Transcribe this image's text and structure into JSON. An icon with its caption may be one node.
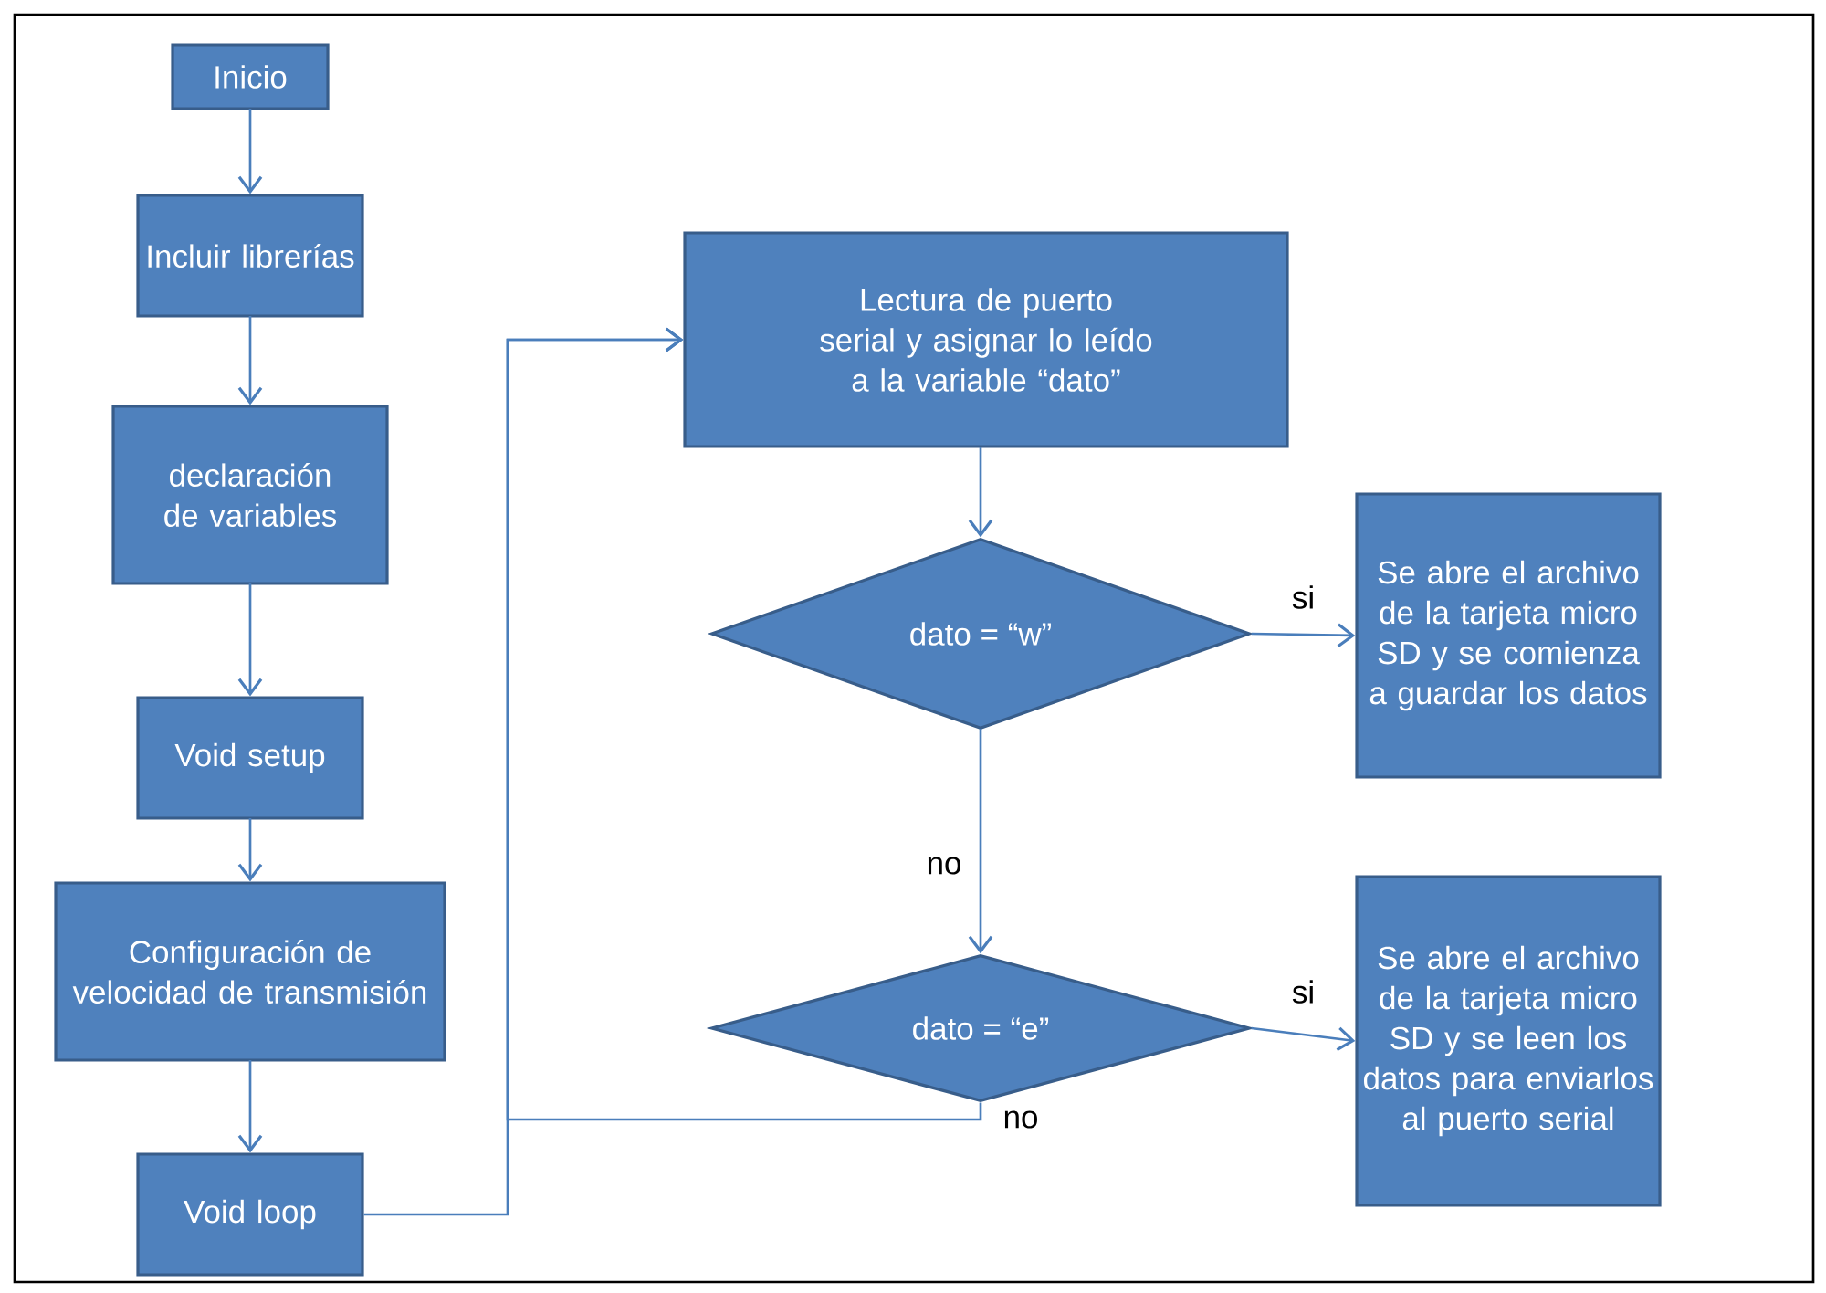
{
  "diagram": {
    "nodes": [
      {
        "text": [
          "Inicio"
        ]
      },
      {
        "text": [
          "Incluir librerías"
        ]
      },
      {
        "text": [
          "declaración de variables"
        ]
      },
      {
        "text": [
          "Void setup"
        ]
      },
      {
        "text": [
          "Configuración de velocidad de transmisión"
        ]
      },
      {
        "text": [
          "Void loop"
        ]
      },
      {
        "text": [
          "Lectura de puerto serial y asignar lo leído a la variable “dato”"
        ]
      },
      {
        "text": [
          "dato =  “w”"
        ]
      },
      {
        "text": [
          "Se abre el archivo de la tarjeta micro SD y se comienza a guardar los datos"
        ]
      },
      {
        "text": [
          "dato =  “e”"
        ]
      },
      {
        "text": [
          "Se abre el archivo de la tarjeta micro SD y se leen los datos  para enviarlos al puerto serial"
        ]
      }
    ],
    "edges": [
      {
        "from": 0,
        "to": 1,
        "arrow": "to"
      },
      {
        "from": 1,
        "to": 2,
        "arrow": "to"
      },
      {
        "from": 2,
        "to": 3,
        "arrow": "to"
      },
      {
        "from": 3,
        "to": 4,
        "arrow": "to"
      },
      {
        "from": 4,
        "to": 5,
        "arrow": "to"
      },
      {
        "from": 5,
        "to": 6,
        "arrow": "to"
      },
      {
        "from": 6,
        "to": 7,
        "arrow": "to"
      },
      {
        "from": 7,
        "to": 8,
        "arrow": "to",
        "label": "si"
      },
      {
        "from": 7,
        "to": 9,
        "arrow": "to",
        "label": "no"
      },
      {
        "from": 9,
        "to": 10,
        "arrow": "to",
        "label": "si"
      },
      {
        "from": 9,
        "to": 6,
        "arrow": "to",
        "label": "no"
      }
    ]
  }
}
